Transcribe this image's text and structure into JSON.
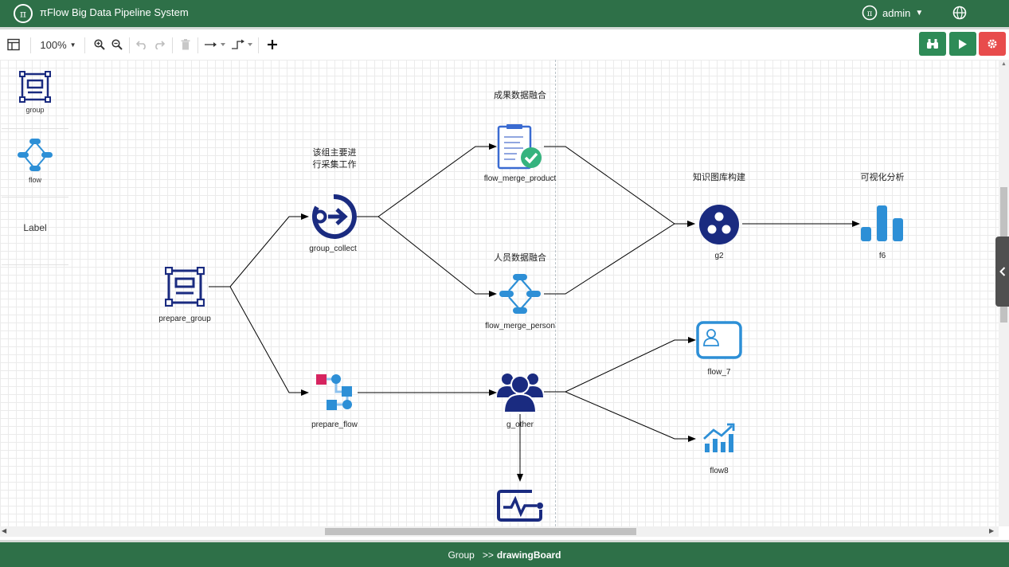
{
  "header": {
    "app_title": "πFlow Big Data Pipeline System",
    "user": "admin"
  },
  "toolbar": {
    "zoom": "100%"
  },
  "library": {
    "items": [
      {
        "label": "group"
      },
      {
        "label": "flow"
      },
      {
        "label": "Label"
      }
    ]
  },
  "diagram": {
    "captions": {
      "group_collect": "该组主要进\n行采集工作",
      "flow_merge_product": "成果数据融合",
      "flow_merge_person": "人员数据融合",
      "g2": "知识图库构建",
      "f6": "可视化分析"
    },
    "nodes": {
      "prepare_group": "prepare_group",
      "group_collect": "group_collect",
      "flow_merge_product": "flow_merge_product",
      "flow_merge_person": "flow_merge_person",
      "g2": "g2",
      "f6": "f6",
      "prepare_flow": "prepare_flow",
      "g_other": "g_other",
      "flow_7": "flow_7",
      "flow8": "flow8"
    }
  },
  "footer": {
    "path": "Group",
    "separator": ">>",
    "current": "drawingBoard"
  },
  "colors": {
    "header": "#2e7048",
    "navy": "#1a2b80",
    "blue": "#2d8fd6",
    "green_button": "#2e8b57",
    "red_button": "#e84c4c"
  }
}
